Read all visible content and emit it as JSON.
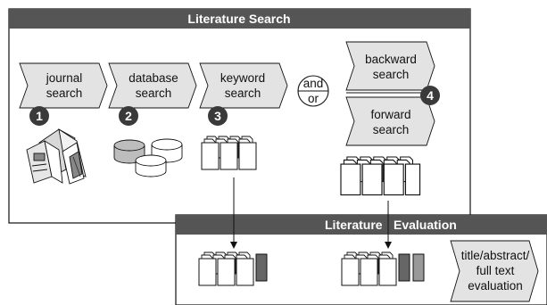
{
  "search_panel": {
    "title": "Literature Search"
  },
  "evaluation_panel": {
    "title_left": "Literature",
    "title_right": "Evaluation"
  },
  "steps": [
    {
      "number": "1",
      "line1": "journal",
      "line2": "search"
    },
    {
      "number": "2",
      "line1": "database",
      "line2": "search"
    },
    {
      "number": "3",
      "line1": "keyword",
      "line2": "search"
    },
    {
      "number": "4",
      "line1": "backward",
      "line2": "search"
    }
  ],
  "forward": {
    "line1": "forward",
    "line2": "search"
  },
  "connector": {
    "line1": "and",
    "line2": "or"
  },
  "evaluation": {
    "line1": "title/abstract/",
    "line2": "full text",
    "line3": "evaluation"
  },
  "colors": {
    "header": "#555555",
    "arrow_fill": "#e3e3e3",
    "badge": "#3a3a3a"
  }
}
